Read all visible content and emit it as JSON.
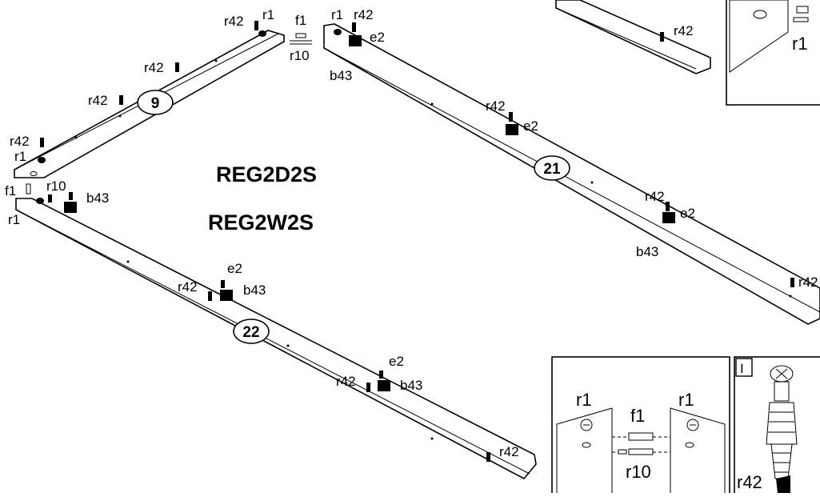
{
  "titles": {
    "model_a": "REG2D2S",
    "model_b": "REG2W2S"
  },
  "part_numbers": {
    "p9": "9",
    "p21": "21",
    "p22": "22"
  },
  "labels": {
    "r42": "r42",
    "r1": "r1",
    "f1": "f1",
    "r10": "r10",
    "e2": "e2",
    "b43": "b43"
  },
  "detail_boxes": {
    "connector": {
      "left_label": "r1",
      "middle_top": "f1",
      "right_label": "r1",
      "middle_bottom": "r10"
    },
    "screw": {
      "corner_mark": "I",
      "label": "r42"
    },
    "top_right_partial": {
      "label": "r1"
    }
  }
}
